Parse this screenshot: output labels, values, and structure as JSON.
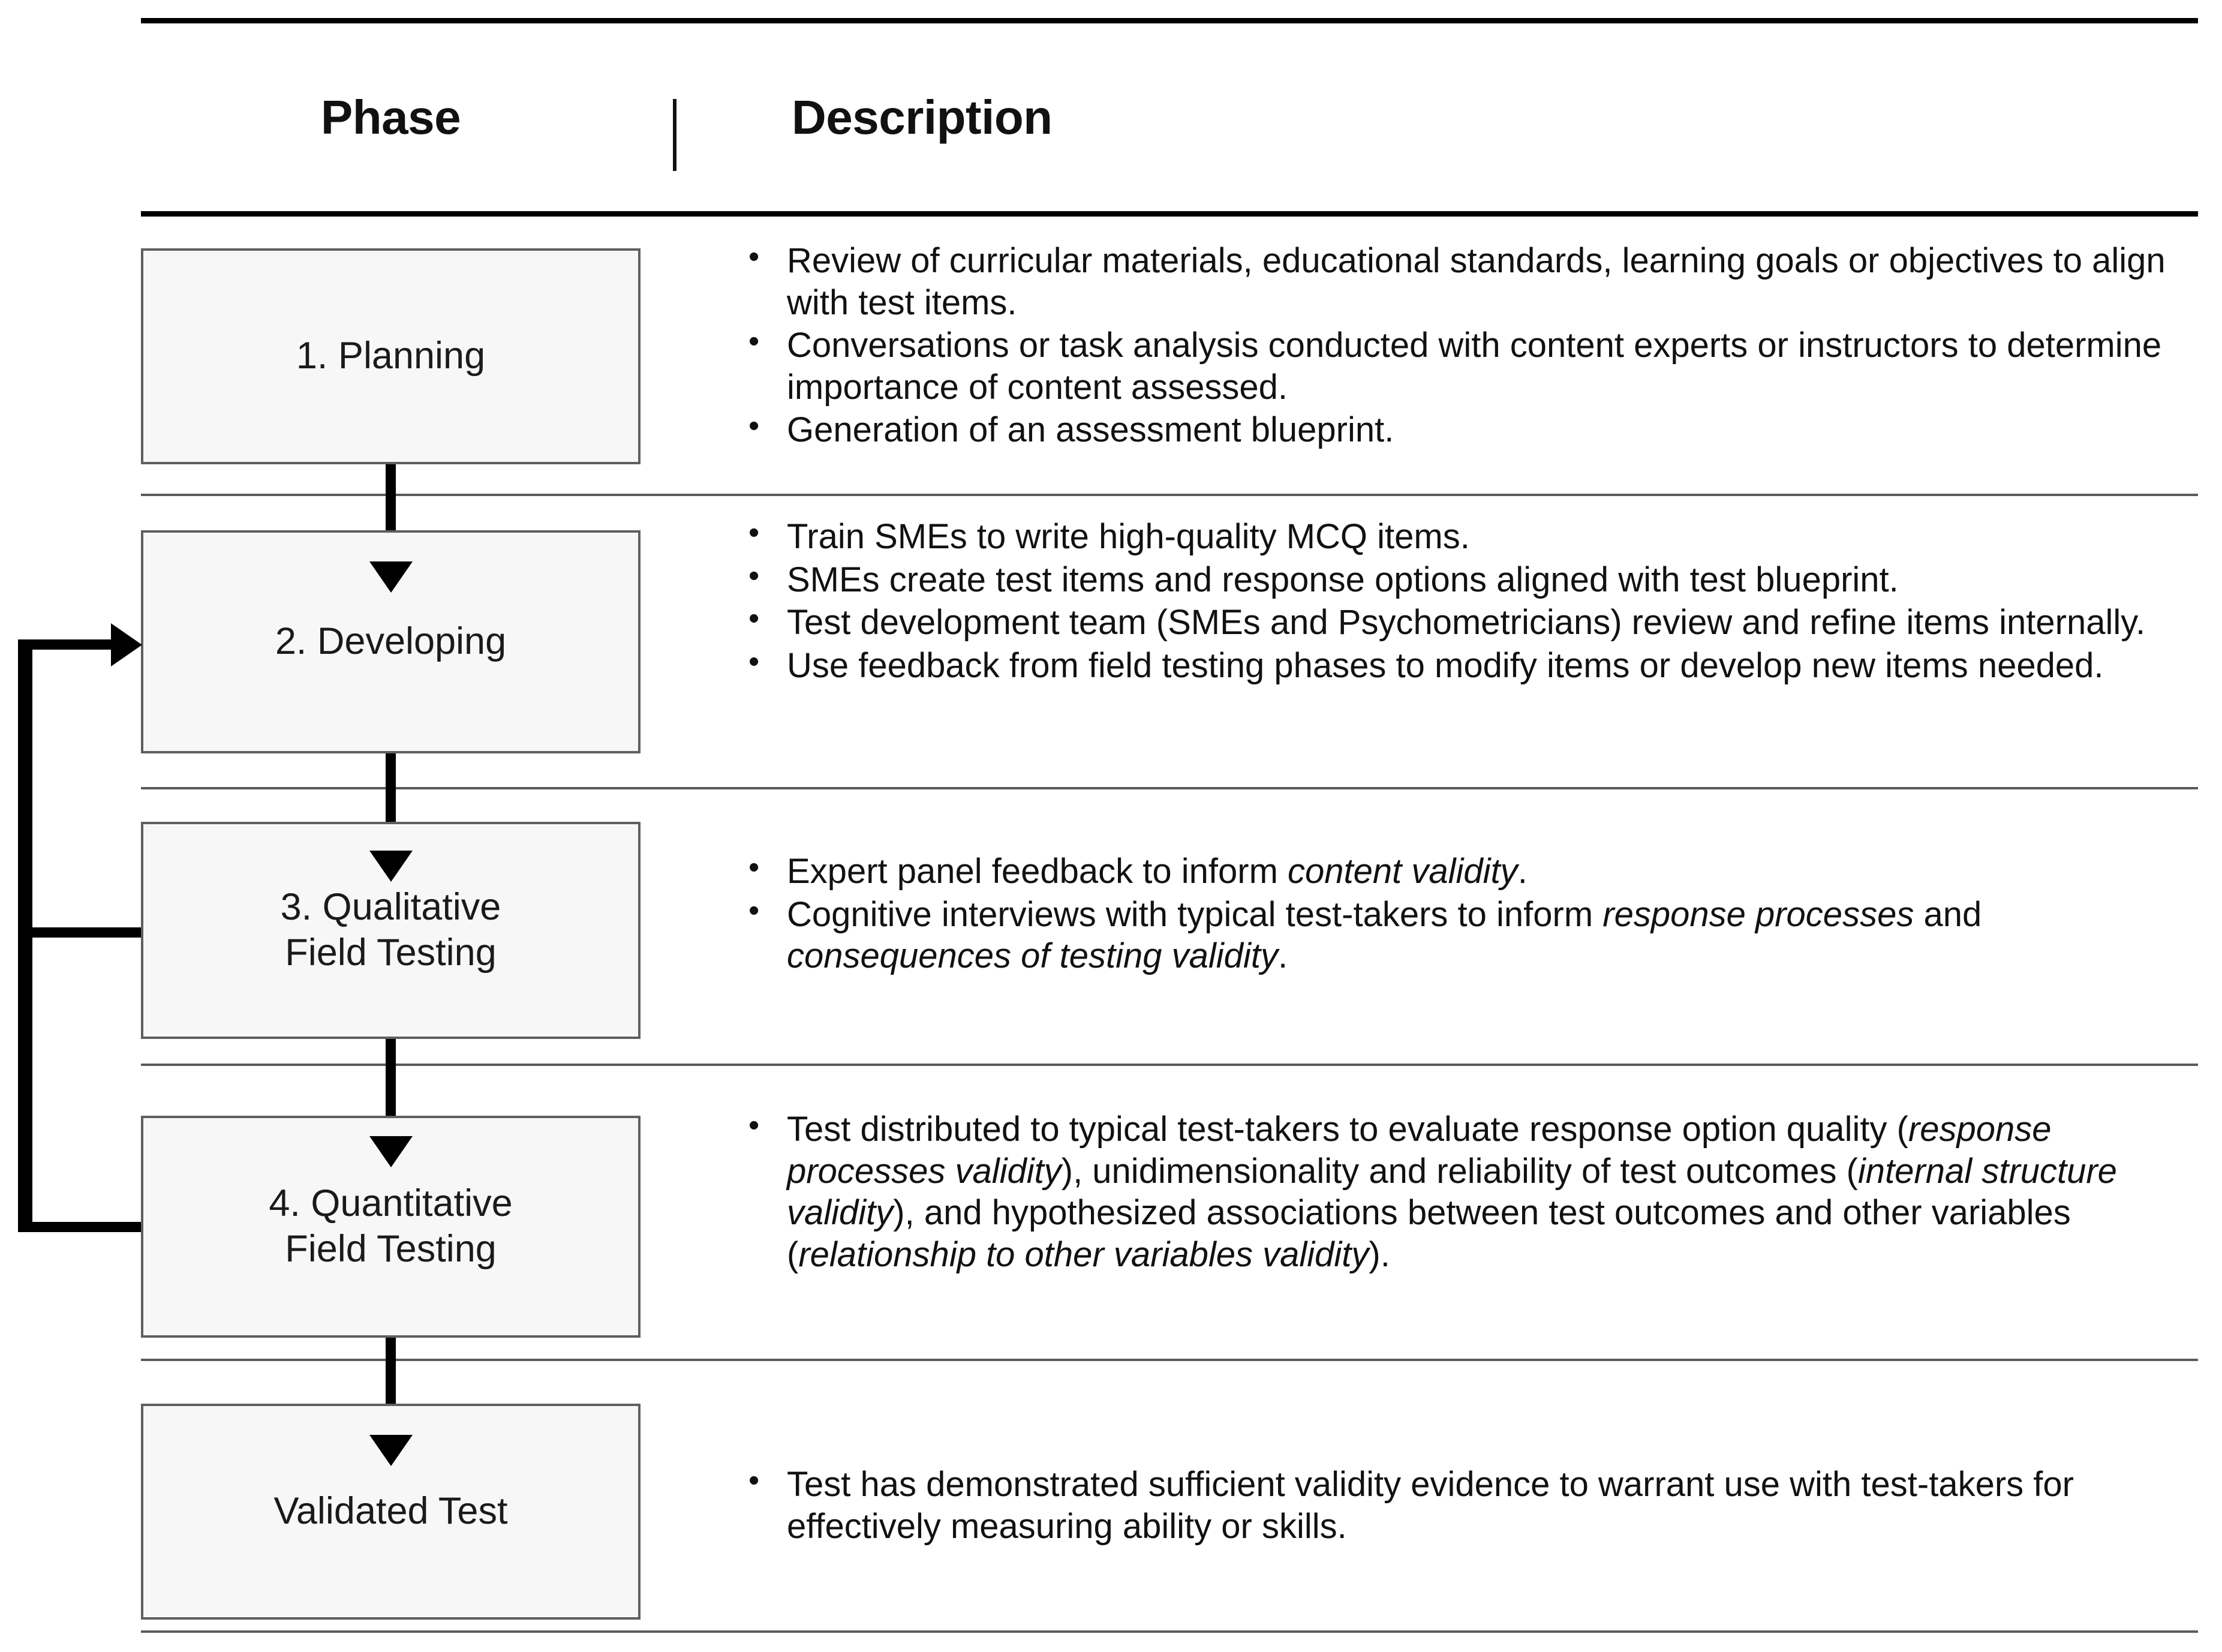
{
  "table": {
    "columns": {
      "phase": "Phase",
      "description": "Description",
      "divider_glyph": "|"
    },
    "rows": [
      {
        "phase_label": "1. Planning",
        "bullets": [
          "Review of curricular materials, educational standards, learning goals or objectives to align with test items.",
          "Conversations or task analysis conducted with content experts or instructors to determine importance of content assessed.",
          "Generation of an assessment blueprint."
        ]
      },
      {
        "phase_label": "2. Developing",
        "bullets": [
          "Train SMEs to write high-quality MCQ items.",
          "SMEs create test items and response options aligned with test blueprint.",
          "Test development team (SMEs and Psychometricians) review and refine items internally.",
          "Use feedback from field testing phases to modify items or develop new items needed."
        ]
      },
      {
        "phase_label": "3. Qualitative\nField Testing",
        "bullets_html": [
          "Expert panel feedback to inform <em>content validity</em>.",
          "Cognitive interviews with typical test-takers to inform <em>response processes</em> and <em>consequences of testing validity</em>."
        ]
      },
      {
        "phase_label": "4. Quantitative\nField Testing",
        "bullets_html": [
          "Test distributed to typical test-takers to evaluate response option quality (<em>response processes validity</em>), unidimensionality and reliability of test outcomes (<em>internal structure validity</em>), and hypothesized associations between test outcomes and other variables (<em>relationship to other variables validity</em>)."
        ]
      },
      {
        "phase_label": "Validated Test",
        "bullets": [
          "Test has demonstrated sufficient validity evidence to warrant use with test-takers for effectively measuring ability or skills."
        ]
      }
    ]
  },
  "flow": {
    "forward_arrows": [
      "planning-to-developing",
      "developing-to-qualitative",
      "qualitative-to-quantitative",
      "quantitative-to-validated"
    ],
    "feedback_arrows": [
      "qualitative-back-to-developing",
      "quantitative-back-to-developing"
    ]
  },
  "colors": {
    "box_fill": "#f7f7f7",
    "box_border": "#5f5f5f",
    "rule_strong": "#000000",
    "rule_light": "#5b5b5b",
    "text": "#111111",
    "arrow": "#000000"
  }
}
